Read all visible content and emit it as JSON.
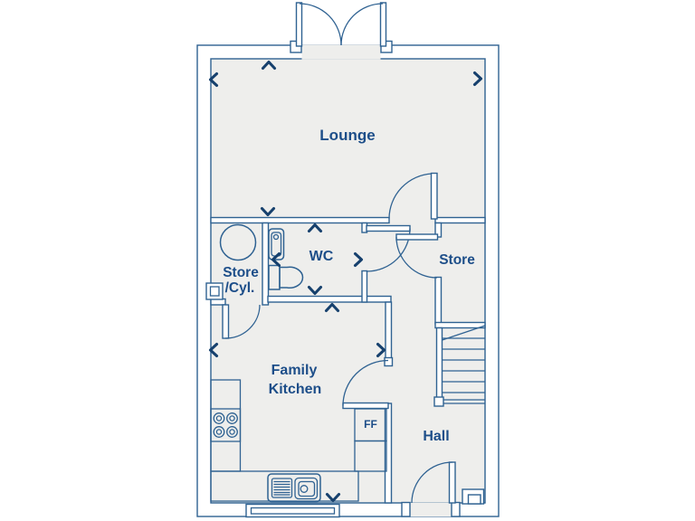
{
  "plan": {
    "rooms": {
      "lounge": {
        "label": "Lounge"
      },
      "wc": {
        "label": "WC"
      },
      "store_cyl": {
        "label_line1": "Store",
        "label_line2": "/Cyl."
      },
      "store": {
        "label": "Store"
      },
      "family_kitchen": {
        "label_line1": "Family",
        "label_line2": "Kitchen"
      },
      "hall": {
        "label": "Hall"
      }
    },
    "appliances": {
      "fridge_freezer": {
        "label": "FF"
      }
    }
  },
  "colors": {
    "wall": "#2f6292",
    "text": "#1d4e89",
    "chevron": "#16406d",
    "floor": "#eeeeec",
    "background": "#ffffff"
  }
}
